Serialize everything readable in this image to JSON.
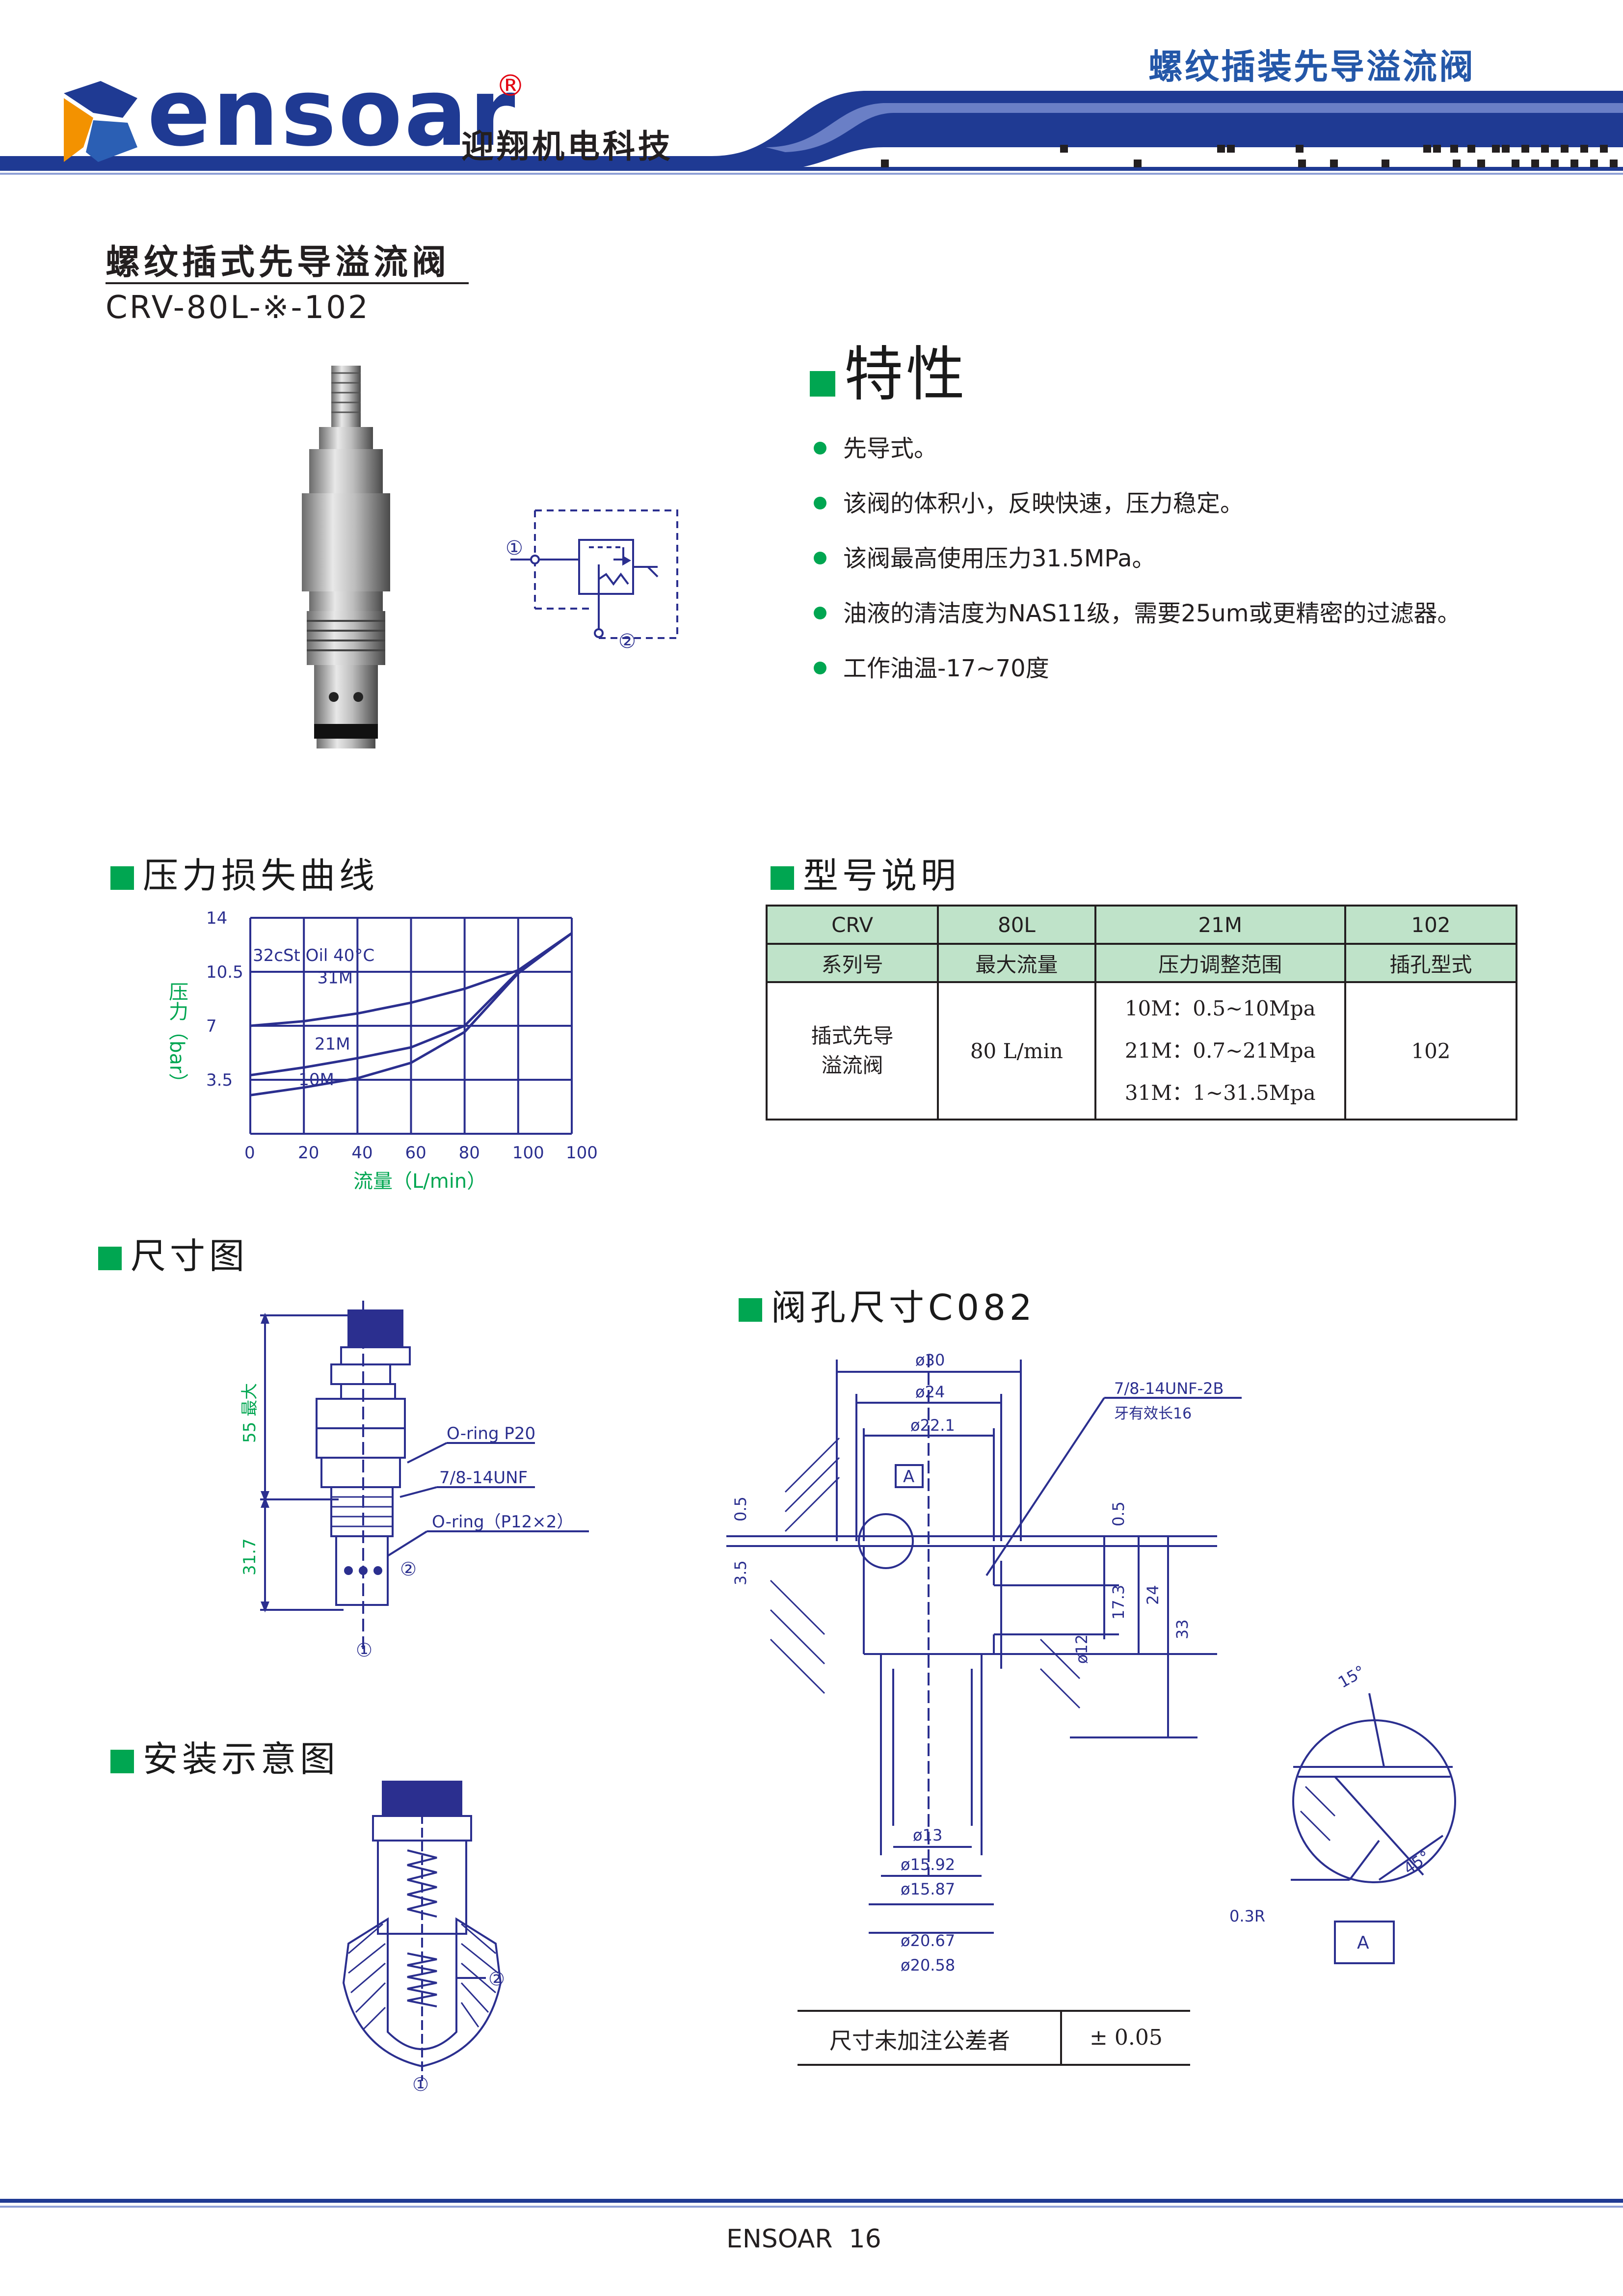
{
  "header": {
    "brand": "ensoar",
    "registered": "®",
    "company_cn": "迎翔机电科技",
    "category_title": "螺纹插装先导溢流阀"
  },
  "product": {
    "name_cn": "螺纹插式先导溢流阀",
    "model": "CRV-80L-※-102"
  },
  "symbol": {
    "port1": "①",
    "port2": "②"
  },
  "features": {
    "title": "特性",
    "items": [
      "先导式。",
      "该阀的体积小，反映快速，压力稳定。",
      "该阀最高使用压力31.5MPa。",
      "油液的清洁度为NAS11级，需要25um或更精密的过滤器。",
      "工作油温-17~70度"
    ]
  },
  "pressure_curve": {
    "title": "压力损失曲线",
    "note": "32cSt Oil 40°C",
    "ylabel": "压力（bar）",
    "xlabel": "流量（L/min）"
  },
  "chart_data": {
    "type": "line",
    "x_ticks": [
      "0",
      "20",
      "40",
      "60",
      "80",
      "100",
      "100"
    ],
    "y_ticks": [
      "14",
      "10.5",
      "7",
      "3.5"
    ],
    "ylim": [
      0,
      14
    ],
    "grid": true,
    "series": [
      {
        "name": "31M",
        "x": [
          0,
          20,
          40,
          60,
          80,
          100,
          120
        ],
        "y": [
          7.0,
          7.3,
          7.8,
          8.5,
          9.4,
          10.6,
          13.0
        ]
      },
      {
        "name": "21M",
        "x": [
          0,
          20,
          40,
          60,
          80,
          100,
          120
        ],
        "y": [
          3.8,
          4.3,
          4.9,
          5.6,
          7.0,
          10.5,
          13.0
        ]
      },
      {
        "name": "10M",
        "x": [
          0,
          20,
          40,
          60,
          80,
          100,
          120
        ],
        "y": [
          2.5,
          3.0,
          3.6,
          4.6,
          6.6,
          10.4,
          13.0
        ]
      }
    ]
  },
  "model_table": {
    "title": "型号说明",
    "header_codes": [
      "CRV",
      "80L",
      "21M",
      "102"
    ],
    "header_labels": [
      "系列号",
      "最大流量",
      "压力调整范围",
      "插孔型式"
    ],
    "row": {
      "series": "插式先导\n溢流阀",
      "flow": "80 L/min",
      "ranges": [
        "10M：0.5~10Mpa",
        "21M：0.7~21Mpa",
        "31M：1~31.5Mpa"
      ],
      "cavity": "102"
    }
  },
  "dimension_drawing": {
    "title": "尺寸图",
    "dim_55": "55 最大",
    "dim_317": "31.7",
    "oring_p20": "O-ring P20",
    "thread": "7/8-14UNF",
    "oring_p12": "O-ring（P12×2）",
    "port1": "①",
    "port2": "②"
  },
  "install_drawing": {
    "title": "安装示意图",
    "port1": "①",
    "port2": "②"
  },
  "cavity_drawing": {
    "title": "阀孔尺寸C082",
    "d30": "ø30",
    "d24": "ø24",
    "d221": "ø22.1",
    "thread": "7/8-14UNF-2B",
    "thread_note": "牙有效长16",
    "ref_a": "A",
    "d05a": "0.5",
    "d35": "3.5",
    "d05b": "0.5",
    "d173": "17.3",
    "d24v": "24",
    "d33": "33",
    "d12": "ø12",
    "d13": "ø13",
    "d1592": "ø15.92",
    "d1587": "ø15.87",
    "d2067": "ø20.67",
    "d2058": "ø20.58",
    "angle15": "15°",
    "angle45": "45°",
    "r03": "0.3R",
    "detail_a": "A"
  },
  "tolerance": {
    "label": "尺寸未加注公差者",
    "value": "± 0.05"
  },
  "footer": {
    "text": "ENSOAR  16"
  }
}
